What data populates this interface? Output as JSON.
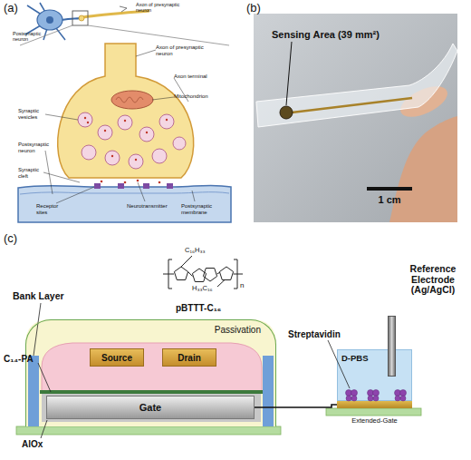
{
  "diagram": {
    "nodes": [
      {
        "text": [
          "Passivation"
        ]
      },
      {
        "text": [
          "Source"
        ],
        "in": 0
      },
      {
        "text": [
          "Drain"
        ],
        "in": 0
      },
      {
        "text": [
          "Gate"
        ],
        "in": 0
      },
      {
        "text": [
          "D-PBS"
        ]
      },
      {
        "text": [
          "Reference Electrode (Ag/AgCl)"
        ]
      },
      {
        "text": [
          "Extended-Gate"
        ]
      }
    ],
    "edges": [
      {
        "from": 3,
        "to": 6,
        "arrow": "none"
      }
    ],
    "labels": [
      "(a)",
      "Axon of presynaptic neuron",
      "Postsynaptic neuron",
      "Axon of presynaptic neuron",
      "Axon terminal",
      "Mitochondrion",
      "Synaptic vesicles",
      "Postsynaptic neuron",
      "Synaptic cleft",
      "Receptor sites",
      "Neurotransmitter",
      "Postsynaptic membrane",
      "(b)",
      "Sensing Area (39 mm²)",
      "1 cm",
      "(c)",
      "Bank Layer",
      "pBTTT-C₁₆",
      "C₁₆H₃₃",
      "H₃₃C₁₆",
      "n",
      "C₁₄-PA",
      "AlOx",
      "Streptavidin"
    ]
  }
}
